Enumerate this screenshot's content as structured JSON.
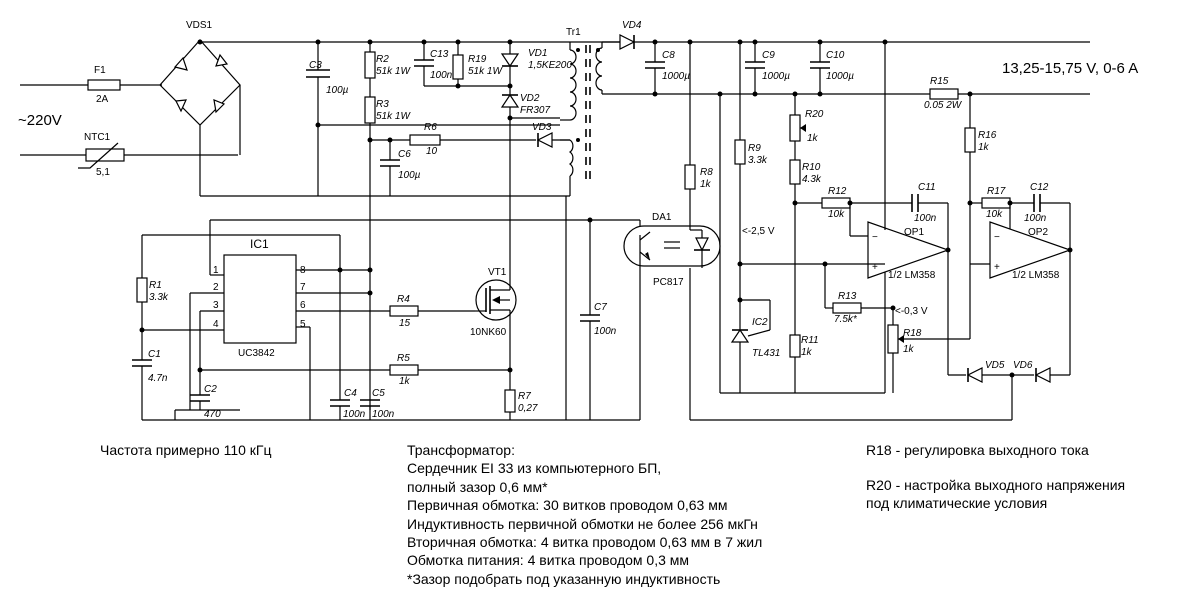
{
  "mains": {
    "voltage": "~220V"
  },
  "output": {
    "spec": "13,25-15,75 V, 0-6 A"
  },
  "components": {
    "F1": {
      "ref": "F1",
      "value": "2A"
    },
    "VDS1": {
      "ref": "VDS1"
    },
    "NTC1": {
      "ref": "NTC1",
      "value": "5,1"
    },
    "C3": {
      "ref": "C3",
      "value": "100µ"
    },
    "R2": {
      "ref": "R2",
      "value": "51k 1W"
    },
    "R3": {
      "ref": "R3",
      "value": "51k 1W"
    },
    "C13": {
      "ref": "C13",
      "value": "100n"
    },
    "R19": {
      "ref": "R19",
      "value": "51k 1W"
    },
    "VD1": {
      "ref": "VD1",
      "value": "1,5KE200"
    },
    "VD2": {
      "ref": "VD2",
      "value": "FR307"
    },
    "Tr1": {
      "ref": "Tr1"
    },
    "VD3": {
      "ref": "VD3"
    },
    "R6": {
      "ref": "R6",
      "value": "10"
    },
    "C6": {
      "ref": "C6",
      "value": "100µ"
    },
    "VD4": {
      "ref": "VD4"
    },
    "C8": {
      "ref": "C8",
      "value": "1000µ"
    },
    "C9": {
      "ref": "C9",
      "value": "1000µ"
    },
    "C10": {
      "ref": "C10",
      "value": "1000µ"
    },
    "R15": {
      "ref": "R15",
      "value": "0.05 2W"
    },
    "R20": {
      "ref": "R20",
      "value": "1k"
    },
    "R9": {
      "ref": "R9",
      "value": "3.3k"
    },
    "R10": {
      "ref": "R10",
      "value": "4.3k"
    },
    "R16": {
      "ref": "R16",
      "value": "1k"
    },
    "R8": {
      "ref": "R8",
      "value": "1k"
    },
    "R12": {
      "ref": "R12",
      "value": "10k"
    },
    "C11": {
      "ref": "C11",
      "value": "100n"
    },
    "R17": {
      "ref": "R17",
      "value": "10k"
    },
    "C12": {
      "ref": "C12",
      "value": "100n"
    },
    "OP1": {
      "ref": "OP1",
      "value": "1/2 LM358"
    },
    "OP2": {
      "ref": "OP2",
      "value": "1/2 LM358"
    },
    "DA1": {
      "ref": "DA1",
      "value": "PC817"
    },
    "IC1": {
      "ref": "IC1",
      "value": "UC3842"
    },
    "R1": {
      "ref": "R1",
      "value": "3.3k"
    },
    "C1": {
      "ref": "C1",
      "value": "4.7n"
    },
    "C2": {
      "ref": "C2",
      "value": "470"
    },
    "C4": {
      "ref": "C4",
      "value": "100n"
    },
    "C5": {
      "ref": "C5",
      "value": "100n"
    },
    "R4": {
      "ref": "R4",
      "value": "15"
    },
    "R5": {
      "ref": "R5",
      "value": "1k"
    },
    "VT1": {
      "ref": "VT1",
      "value": "10NK60"
    },
    "R7": {
      "ref": "R7",
      "value": "0,27"
    },
    "C7": {
      "ref": "C7",
      "value": "100n"
    },
    "IC2": {
      "ref": "IC2",
      "value": "TL431"
    },
    "R11": {
      "ref": "R11",
      "value": "1k"
    },
    "R13": {
      "ref": "R13",
      "value": "7.5k*"
    },
    "R18": {
      "ref": "R18",
      "value": "1k"
    },
    "VD5": {
      "ref": "VD5"
    },
    "VD6": {
      "ref": "VD6"
    }
  },
  "ic1_pins": [
    "1",
    "2",
    "3",
    "4",
    "5",
    "6",
    "7",
    "8"
  ],
  "opamp_signs": {
    "minus": "−",
    "plus": "+"
  },
  "voltage_marks": {
    "ref_25": "<-2,5 V",
    "ref_03": "<-0,3 V"
  },
  "notes": {
    "frequency": "Частота примерно 110 кГц",
    "transformer": [
      "Трансформатор:",
      "Сердечник EI 33 из компьютерного БП,",
      "полный зазор 0,6 мм*",
      "Первичная обмотка: 30 витков проводом 0,63 мм",
      "Индуктивность первичной обмотки не более 256 мкГн",
      "Вторичная обмотка: 4 витка проводом 0,63 мм в 7 жил",
      "Обмотка питания: 4 витка проводом 0,3 мм",
      "*Зазор подобрать под указанную индуктивность"
    ],
    "r18_note": "R18 - регулировка выходного тока",
    "r20_note": [
      "R20 - настройка выходного напряжения",
      "под климатические условия"
    ]
  }
}
